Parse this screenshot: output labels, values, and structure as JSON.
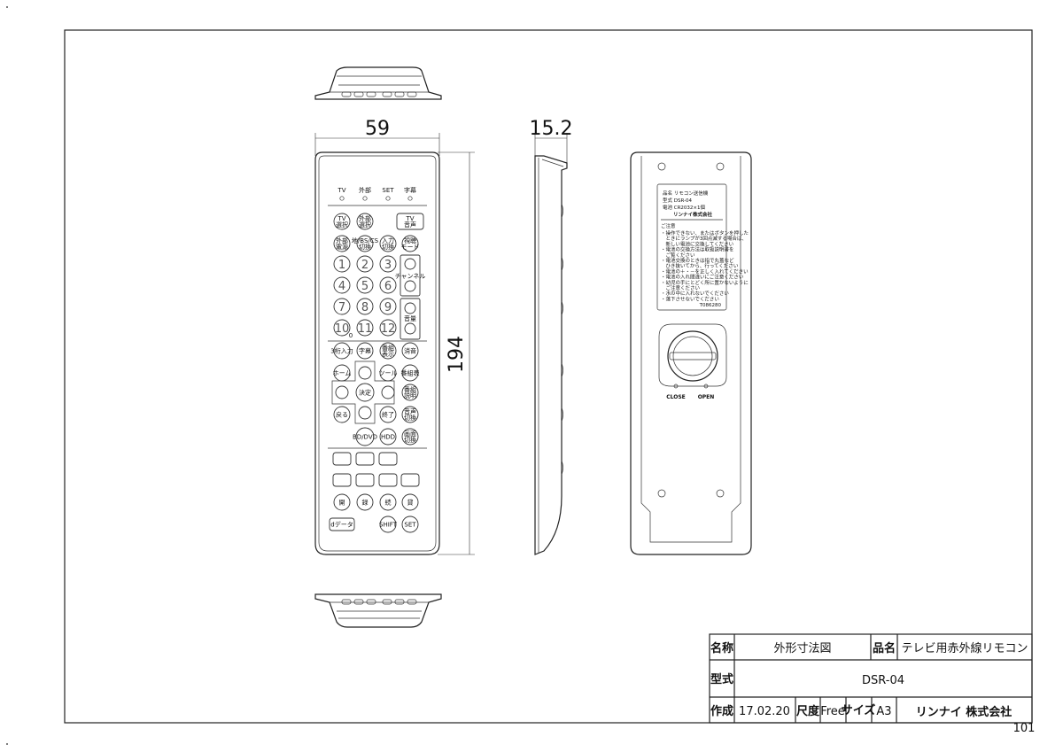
{
  "dimensions": {
    "width": "59",
    "depth": "15.2",
    "length": "194"
  },
  "front": {
    "indicators": [
      "TV",
      "外部",
      "SET",
      "字幕"
    ],
    "rows": [
      [
        "TV\n選択",
        "外部\n選択",
        "TV\n音声"
      ],
      [
        "外部\n電源",
        "地/BS/CS\n切換",
        "入力\n切換",
        "視聴\nモード"
      ],
      [
        "1",
        "2",
        "3"
      ],
      [
        "4",
        "5",
        "6"
      ],
      [
        "7",
        "8",
        "9"
      ],
      [
        "10",
        "11",
        "12"
      ],
      [
        "3桁入力",
        "字幕",
        "番組\n表示",
        "消音"
      ],
      [
        "ホーム",
        "ツール",
        "番組表"
      ],
      [
        "決定",
        "番組\n説明"
      ],
      [
        "戻る",
        "終了",
        "音声\n切換"
      ],
      [
        "BD/DVD",
        "HDD",
        "画面\n切換"
      ],
      [
        "開",
        "録",
        "続",
        "貸"
      ],
      [
        "dデータ",
        "SHIFT",
        "SET"
      ]
    ],
    "channel_label": "チャンネル",
    "volume_label": "音量",
    "ten_sub": "0"
  },
  "back": {
    "label_lines": [
      "品名 リモコン送信機",
      "型式 DSR-04",
      "電池 CR2032×1個"
    ],
    "brand": "リンナイ株式会社",
    "caution_title": "ご注意",
    "caution_lines": [
      "・操作できない、またはボタンを押した",
      "　ときにランプが3回点滅する場合は、",
      "　新しい電池に交換してください",
      "・電池の交換方法は取扱説明書を",
      "　ご覧ください",
      "・電池交換のときは指で丸蓋など",
      "　ひき抜いてから、行ってください",
      "・電池の＋・－を正しく入れてください",
      "・電池の入れ間違いにご注意ください",
      "・幼児の手にとどく所に置かないように",
      "　ご注意ください",
      "・水の中に入れないでください",
      "・落下させないでください"
    ],
    "code": "T086280",
    "close": "CLOSE",
    "open": "OPEN"
  },
  "title_block": {
    "name_h": "名称",
    "name_v": "外形寸法図",
    "product_h": "品名",
    "product_v": "テレビ用赤外線リモコン",
    "model_h": "型式",
    "model_v": "DSR-04",
    "made_h": "作成",
    "date": "17.02.20",
    "scale_h": "尺度",
    "scale_v": "Free",
    "size_h": "サイズ",
    "size_v": "A3",
    "company": "リンナイ 株式会社",
    "sheet": "101"
  }
}
